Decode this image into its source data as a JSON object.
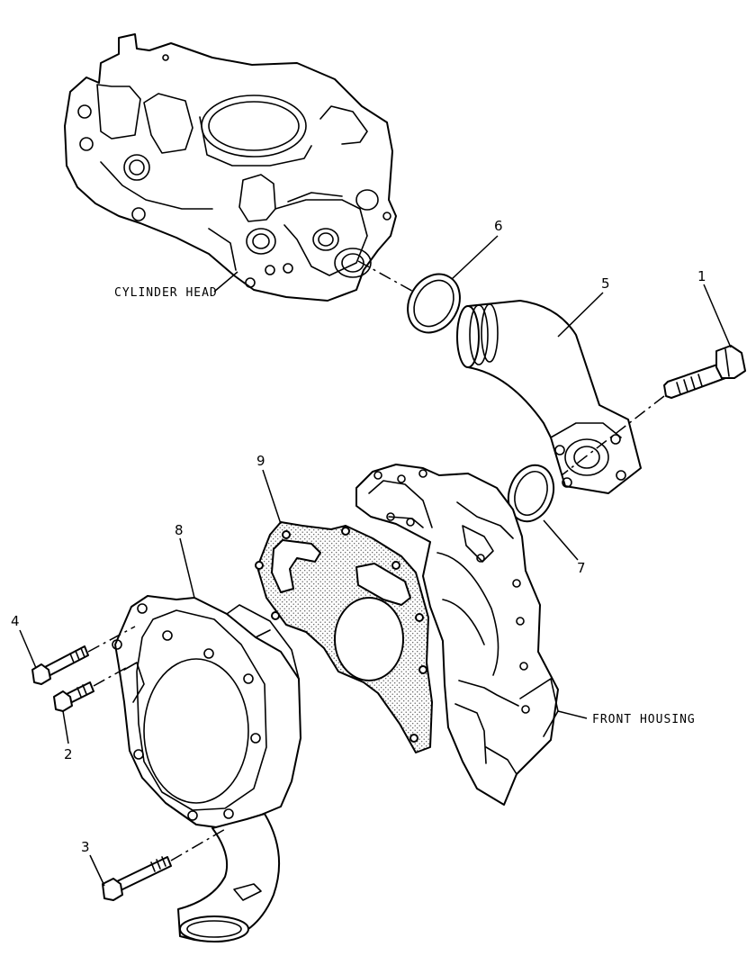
{
  "labels": {
    "cylinder_head": "CYLINDER HEAD",
    "front_housing": "FRONT HOUSING"
  },
  "callouts": {
    "c1": "1",
    "c2": "2",
    "c3": "3",
    "c4": "4",
    "c5": "5",
    "c6": "6",
    "c7": "7",
    "c8": "8",
    "c9": "9"
  }
}
